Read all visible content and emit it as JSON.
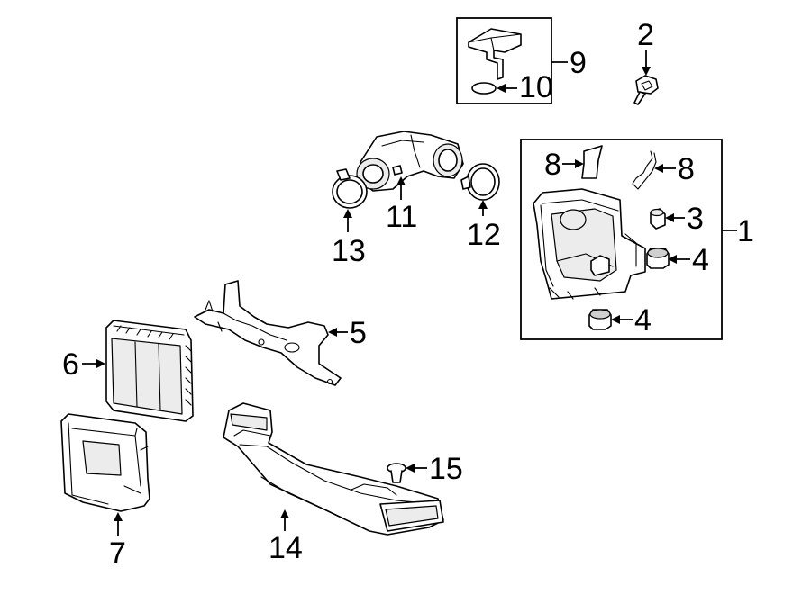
{
  "callouts": {
    "c1": "1",
    "c2": "2",
    "c3": "3",
    "c4a": "4",
    "c4b": "4",
    "c5": "5",
    "c6": "6",
    "c7": "7",
    "c8a": "8",
    "c8b": "8",
    "c9": "9",
    "c10": "10",
    "c11": "11",
    "c12": "12",
    "c13": "13",
    "c14": "14",
    "c15": "15"
  }
}
